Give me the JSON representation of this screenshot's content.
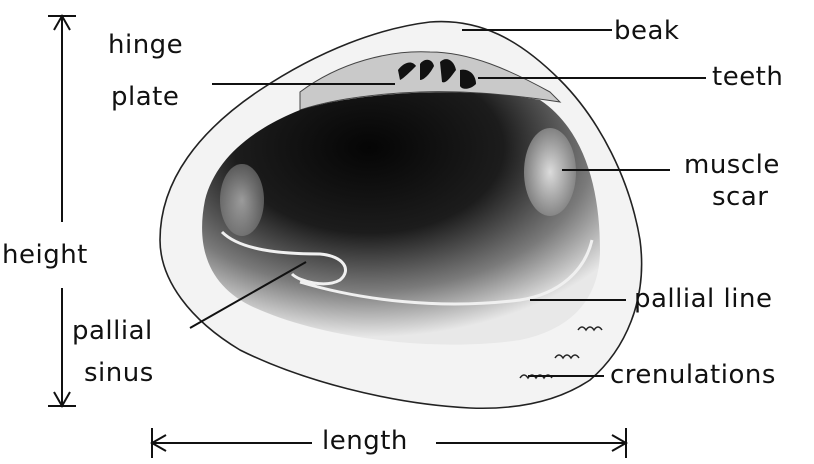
{
  "labels": {
    "hinge_line1": "hinge",
    "hinge_line2": "plate",
    "beak": "beak",
    "teeth": "teeth",
    "muscle_line1": "muscle",
    "muscle_line2": "scar",
    "height": "height",
    "pallial_line": "pallial line",
    "sinus_line1": "pallial",
    "sinus_line2": "sinus",
    "crenulations": "crenulations",
    "length": "length"
  },
  "colors": {
    "ink": "#111111",
    "shell_interior": "#1a1a1a",
    "shell_rim": "#f4f4f4"
  }
}
